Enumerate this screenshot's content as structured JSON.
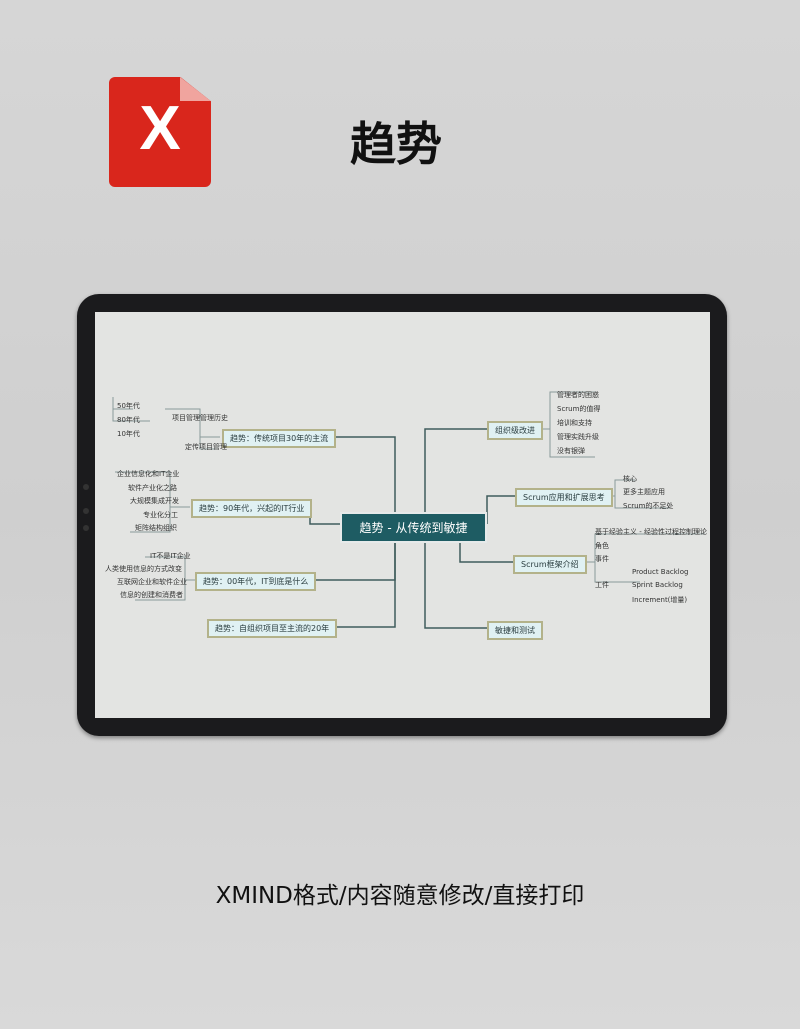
{
  "header": {
    "logo_letter": "X",
    "title": "趋势"
  },
  "mindmap": {
    "center": "趋势 - 从传统到敏捷",
    "left": [
      {
        "label": "趋势：传统项目30年的主流",
        "children": [
          "项目管理管理历史",
          "定传项目管理"
        ],
        "sub": [
          "50年代",
          "80年代",
          "10年代"
        ]
      },
      {
        "label": "趋势：90年代，兴起的IT行业",
        "children": [
          "企业信息化和IT企业",
          "软件产业化之路",
          "大规模集成开发",
          "专业化分工",
          "矩阵结构组织"
        ]
      },
      {
        "label": "趋势：00年代，IT到底是什么",
        "children": [
          "IT不是IT企业",
          "人类使用信息的方式改变",
          "互联网企业和软件企业",
          "信息的创建和消费者"
        ]
      },
      {
        "label": "趋势：自组织项目至主流的20年",
        "children": []
      }
    ],
    "right": [
      {
        "label": "组织级改进",
        "children": [
          "管理者的困惑",
          "Scrum的值得",
          "培训和支持",
          "管理实践升级",
          "没有银弹"
        ]
      },
      {
        "label": "Scrum应用和扩展思考",
        "children": [
          "核心",
          "更多主题应用",
          "Scrum的不足处"
        ]
      },
      {
        "label": "Scrum框架介绍",
        "children": [
          "基于经验主义 - 经验性过程控制理论",
          "角色",
          "事件",
          "工件"
        ],
        "artifacts": [
          "Product Backlog",
          "Sprint Backlog",
          "Increment(增量)"
        ]
      },
      {
        "label": "敏捷和测试",
        "children": []
      }
    ]
  },
  "footer": {
    "caption": "XMIND格式/内容随意修改/直接打印"
  },
  "colors": {
    "brand": "#d9261c",
    "center_node": "#1e5c63",
    "topic_fill": "#e0f1f3",
    "topic_border": "#b3b28a"
  }
}
